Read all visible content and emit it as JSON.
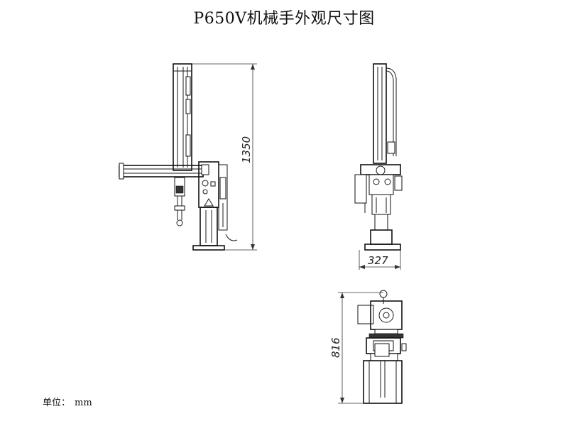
{
  "title": "P650V机械手外观尺寸图",
  "unit": {
    "label": "单位：",
    "value": "mm"
  },
  "views": {
    "front": {
      "dimension": "1350"
    },
    "side": {
      "dimension": "327"
    },
    "top": {
      "dimension": "816"
    }
  }
}
